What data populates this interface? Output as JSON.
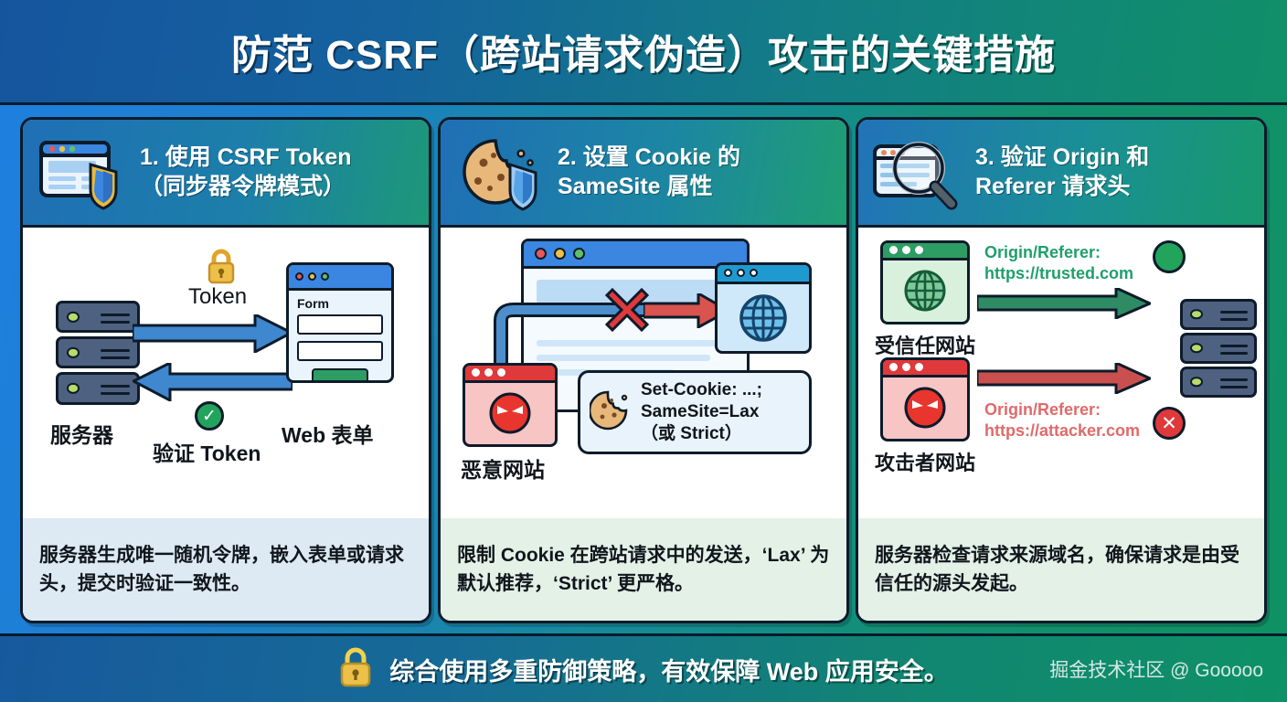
{
  "header": {
    "title": "防范 CSRF（跨站请求伪造）攻击的关键措施"
  },
  "cards": [
    {
      "id": "csrf-token",
      "icon": "browser-shield-icon",
      "title_line1": "1. 使用 CSRF Token",
      "title_line2": "（同步器令牌模式）",
      "diagram": {
        "server_label": "服务器",
        "form_label": "Web 表单",
        "form_window_title": "Form",
        "arrow_top_label": "Token",
        "arrow_top_icon": "lock-icon",
        "arrow_bottom_label": "验证 Token",
        "arrow_bottom_icon": "check-circle-icon"
      },
      "footer": "服务器生成唯一随机令牌，嵌入表单或请求头，提交时验证一致性。"
    },
    {
      "id": "samesite-cookie",
      "icon": "cookie-shield-icon",
      "title_line1": "2. 设置 Cookie 的",
      "title_line2": "SameSite 属性",
      "diagram": {
        "malicious_label": "恶意网站",
        "blocked_icon": "red-cross-icon",
        "target_icon": "globe-icon",
        "callout_icon": "cookie-icon",
        "callout_text": "Set-Cookie: ...;\nSameSite=Lax\n（或 Strict）"
      },
      "footer": "限制 Cookie 在跨站请求中的发送，‘Lax’ 为默认推荐，‘Strict’ 更严格。"
    },
    {
      "id": "origin-referer",
      "icon": "magnifier-browser-icon",
      "title_line1": "3. 验证 Origin 和",
      "title_line2": "Referer 请求头",
      "diagram": {
        "trusted_label": "受信任网站",
        "trusted_header": "Origin/Referer:\nhttps://trusted.com",
        "trusted_result_icon": "check-circle-icon",
        "attacker_label": "攻击者网站",
        "attacker_header": "Origin/Referer:\nhttps://attacker.com",
        "attacker_result_icon": "cross-circle-icon",
        "server_icon": "server-icon"
      },
      "footer": "服务器检查请求来源域名，确保请求是由受信任的源头发起。"
    }
  ],
  "footer": {
    "icon": "lock-icon",
    "text": "综合使用多重防御策略，有效保障 Web 应用安全。",
    "credit": "掘金技术社区 @ Gooooo"
  },
  "colors": {
    "blue": "#1f7fe0",
    "green": "#0f9163",
    "ok": "#22a45d",
    "danger": "#e0393b",
    "gold": "#e8b93c",
    "ink": "#0d1b2a"
  }
}
